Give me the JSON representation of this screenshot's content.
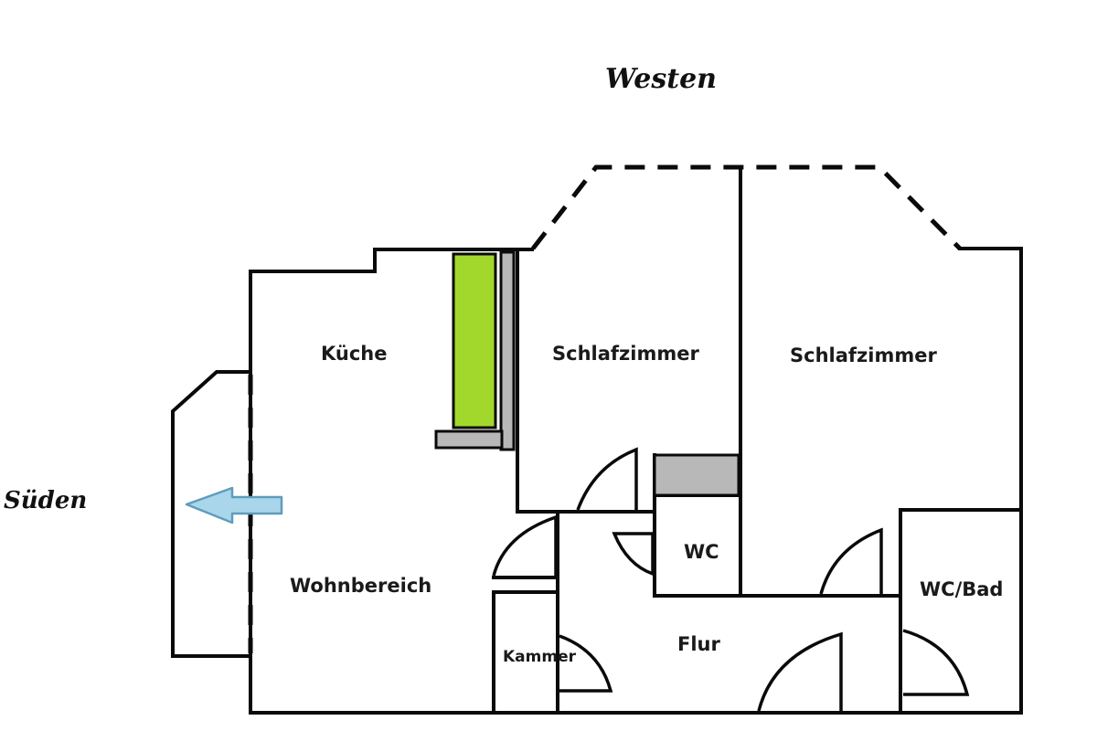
{
  "compass": {
    "west": "Westen",
    "south": "Süden"
  },
  "rooms": {
    "kitchen": "Küche",
    "bedroom_1": "Schlafzimmer",
    "bedroom_2": "Schlafzimmer",
    "living": "Wohnbereich",
    "wc": "WC",
    "wc_bath": "WC/Bad",
    "hall": "Flur",
    "storage": "Kammer"
  },
  "colors": {
    "kitchen_counter": "#a2d82c",
    "fixture_gray": "#b8b8b8",
    "arrow_fill": "#a9d6ea",
    "arrow_stroke": "#5f9cbc",
    "wall": "#0a0a0a"
  },
  "icons": {
    "direction_arrow": "arrow-left-icon"
  }
}
